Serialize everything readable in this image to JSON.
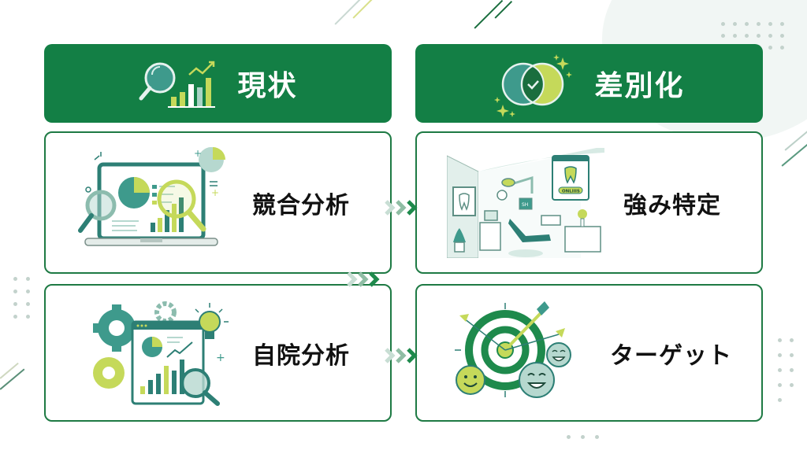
{
  "columns": [
    {
      "header": {
        "title": "現状",
        "icon": "magnifier-chart-icon"
      },
      "cards": [
        {
          "label": "競合分析",
          "icon": "laptop-analytics-icon"
        },
        {
          "label": "自院分析",
          "icon": "gears-dashboard-icon"
        }
      ]
    },
    {
      "header": {
        "title": "差別化",
        "icon": "venn-check-icon"
      },
      "cards": [
        {
          "label": "強み特定",
          "icon": "dental-clinic-icon",
          "badge_text": "ONLIIIS",
          "screen_text": "SH"
        },
        {
          "label": "ターゲット",
          "icon": "target-smileys-icon"
        }
      ]
    }
  ],
  "connectors": [
    {
      "from": "競合分析",
      "to": "強み特定",
      "icon": "triple-chevron-right-icon"
    },
    {
      "from": "競合分析",
      "to": "自院分析",
      "icon": "triple-chevron-right-icon"
    },
    {
      "from": "自院分析",
      "to": "ターゲット",
      "icon": "triple-chevron-right-icon"
    }
  ],
  "colors": {
    "primary_green": "#137f45",
    "border_green": "#1e7a44",
    "teal": "#3e9a8c",
    "lime": "#c5d95a",
    "pale_teal": "#b6d8cf"
  }
}
